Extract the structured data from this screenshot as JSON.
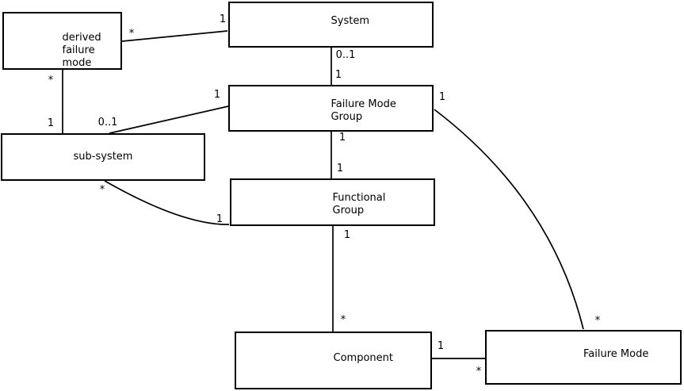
{
  "diagram": {
    "kind": "uml-class-relationship-diagram",
    "background_color": "#ffffff",
    "line_color": "#000000",
    "box_fill": "#ffffff",
    "box_border_color": "#000000",
    "text_color": "#000000",
    "nodes": {
      "derived_failure_mode": {
        "label": "derived\nfailure\nmode"
      },
      "system": {
        "label": "System"
      },
      "failure_mode_group": {
        "label": "Failure Mode\nGroup"
      },
      "sub_system": {
        "label": "sub-system"
      },
      "functional_group": {
        "label": "Functional\nGroup"
      },
      "component": {
        "label": "Component"
      },
      "failure_mode": {
        "label": "Failure Mode"
      }
    },
    "edges": [
      {
        "from": "derived failure mode",
        "to": "System",
        "from_mult": "*",
        "to_mult": "1"
      },
      {
        "from": "derived failure mode",
        "to": "sub-system",
        "from_mult": "*",
        "to_mult": "1"
      },
      {
        "from": "System",
        "to": "Failure Mode Group",
        "from_mult": "0..1",
        "to_mult": "1"
      },
      {
        "from": "sub-system",
        "to": "Failure Mode Group",
        "from_mult": "0..1",
        "to_mult": "1"
      },
      {
        "from": "Failure Mode Group",
        "to": "Functional Group",
        "from_mult": "1",
        "to_mult": "1"
      },
      {
        "from": "sub-system",
        "to": "Functional Group",
        "from_mult": "*",
        "to_mult": "1"
      },
      {
        "from": "Functional Group",
        "to": "Component",
        "from_mult": "1",
        "to_mult": "*"
      },
      {
        "from": "Component",
        "to": "Failure Mode",
        "from_mult": "1",
        "to_mult": "*"
      },
      {
        "from": "Failure Mode Group",
        "to": "Failure Mode",
        "from_mult": "1",
        "to_mult": "*"
      }
    ]
  }
}
